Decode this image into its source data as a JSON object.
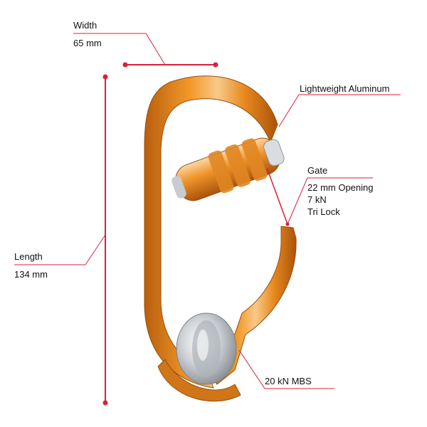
{
  "annotations": {
    "width": {
      "label": "Width",
      "value": "65 mm"
    },
    "length": {
      "label": "Length",
      "value": "134 mm"
    },
    "material": {
      "label": "Lightweight Aluminum"
    },
    "gate": {
      "label": "Gate",
      "lines": [
        "22 mm Opening",
        "7 kN",
        "Tri Lock"
      ]
    },
    "mbs": {
      "label": "20 kN MBS"
    }
  },
  "colors": {
    "dimension_line": "#d8203a",
    "leader_line": "#d8203a",
    "body_orange": "#e8891f",
    "body_light": "#f8c98a",
    "body_dark": "#b95f0e",
    "sheave_silver": "#c9cdd2"
  },
  "icons": [
    "carabiner-pulley-image"
  ]
}
